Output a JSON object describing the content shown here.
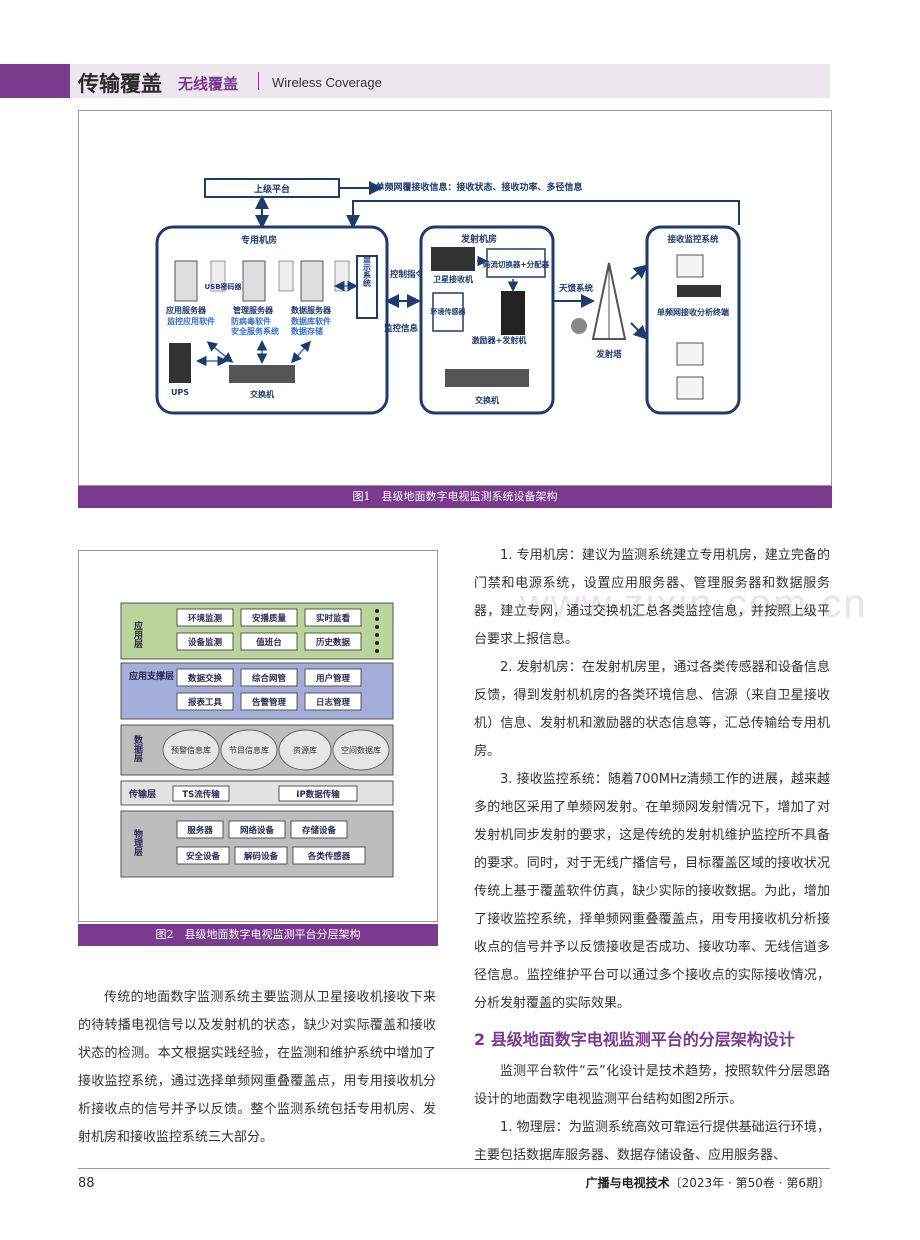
{
  "header": {
    "category": "传输覆盖",
    "subcategory": "无线覆盖",
    "english": "Wireless Coverage"
  },
  "watermark": "www.zixin.com.cn",
  "figure1": {
    "caption": "图1　县级地面数字电视监测系统设备架构",
    "superior_platform": "上级平台",
    "sfn_info": "单频网覆接收信息：接收状态、接收功率、多径信息",
    "dedicated_room": {
      "title": "专用机房",
      "app_server": "应用服务器",
      "app_server_sw": "监控应用软件",
      "usb_key": "USB密码器",
      "mgmt_server": "管理服务器",
      "mgmt_sw1": "防病毒软件",
      "mgmt_sw2": "安全服务系统",
      "db_server": "数据服务器",
      "db_sw1": "数据库软件",
      "db_sw2": "数据存储",
      "display": "显示系统",
      "ups": "UPS",
      "switch": "交换机"
    },
    "control_cmd": "控制指令",
    "monitor_info": "监控信息",
    "tx_room": {
      "title": "发射机房",
      "sat_receiver": "卫星接收机",
      "stream_switch": "码流切换器+分配器",
      "env_sensor": "环境传感器",
      "exciter": "激励器+发射机",
      "switch": "交换机"
    },
    "antenna_system": "天馈系统",
    "tower": "发射塔",
    "rx_monitor": {
      "title": "接收监控系统",
      "terminal": "单频网接收分析终端"
    }
  },
  "figure2": {
    "caption": "图2　县级地面数字电视监测平台分层架构",
    "layers": [
      {
        "name": "应用层",
        "items": [
          "环境监测",
          "安播质量",
          "实时监看",
          "设备监测",
          "值班台",
          "历史数据"
        ]
      },
      {
        "name": "应用支撑层",
        "items": [
          "数据交换",
          "综合网管",
          "用户管理",
          "报表工具",
          "告警管理",
          "日志管理"
        ]
      },
      {
        "name": "数据层",
        "items": [
          "预警信息库",
          "节目信息库",
          "资源库",
          "空间数据库"
        ]
      },
      {
        "name": "传输层",
        "items": [
          "TS流传输",
          "IP数据传输"
        ]
      },
      {
        "name": "物理层",
        "items": [
          "服务器",
          "网络设备",
          "存储设备",
          "安全设备",
          "解码设备",
          "各类传感器"
        ]
      }
    ]
  },
  "left_paragraph": "传统的地面数字监测系统主要监测从卫星接收机接收下来的待转播电视信号以及发射机的状态，缺少对实际覆盖和接收状态的检测。本文根据实践经验，在监测和维护系统中增加了接收监控系统，通过选择单频网重叠覆盖点，用专用接收机分析接收点的信号并予以反馈。整个监测系统包括专用机房、发射机房和接收监控系统三大部分。",
  "right_paragraphs": [
    "1. 专用机房：建议为监测系统建立专用机房，建立完备的门禁和电源系统，设置应用服务器、管理服务器和数据服务器，建立专网，通过交换机汇总各类监控信息，并按照上级平台要求上报信息。",
    "2. 发射机房：在发射机房里，通过各类传感器和设备信息反馈，得到发射机机房的各类环境信息、信源（来自卫星接收机）信息、发射机和激励器的状态信息等，汇总传输给专用机房。",
    "3. 接收监控系统：随着700MHz清频工作的进展，越来越多的地区采用了单频网发射。在单频网发射情况下，增加了对发射机同步发射的要求，这是传统的发射机维护监控所不具备的要求。同时，对于无线广播信号，目标覆盖区域的接收状况传统上基于覆盖软件仿真，缺少实际的接收数据。为此，增加了接收监控系统，择单频网重叠覆盖点，用专用接收机分析接收点的信号并予以反馈接收是否成功、接收功率、无线信道多径信息。监控维护平台可以通过多个接收点的实际接收情况，分析发射覆盖的实际效果。"
  ],
  "section_title": "2  县级地面数字电视监测平台的分层架构设计",
  "section_paragraphs": [
    "监测平台软件“云”化设计是技术趋势，按照软件分层思路设计的地面数字电视监测平台结构如图2所示。",
    "1. 物理层：为监测系统高效可靠运行提供基础运行环境，主要包括数据库服务器、数据存储设备、应用服务器、"
  ],
  "footer": {
    "page": "88",
    "journal": "广播与电视技术",
    "issue": "〔2023年 · 第50卷 · 第6期〕"
  }
}
